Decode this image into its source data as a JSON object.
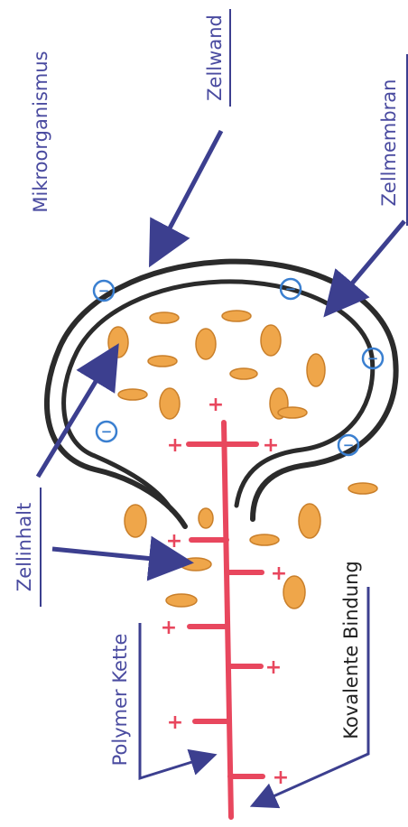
{
  "labels": {
    "mikroorganismus": "Mikroorganismus",
    "zellwand": "Zellwand",
    "zellmembran": "Zellmembran",
    "zellinhalt": "Zellinhalt",
    "polymer_kette": "Polymer Kette",
    "kovalente_bindung": "Kovalente Bindung"
  },
  "symbols": {
    "plus": "+",
    "negative_charge": "−"
  },
  "colors": {
    "label_blue": "#4a4ba0",
    "arrow_navy": "#3c3f8f",
    "polymer_red": "#e8475e",
    "cell_orange": "#efa64a",
    "cell_outline": "#2b2b2b",
    "charge_blue": "#3a7fd0"
  }
}
